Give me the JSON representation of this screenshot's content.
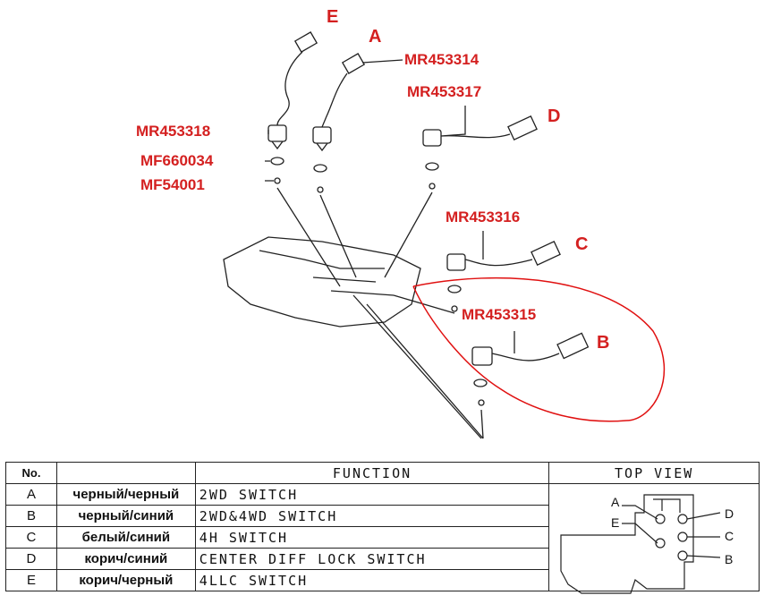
{
  "labels": {
    "E": "E",
    "A": "A",
    "D": "D",
    "C": "C",
    "B": "B",
    "mr453314": "MR453314",
    "mr453317": "MR453317",
    "mr453318": "MR453318",
    "mf660034": "MF660034",
    "mf54001": "MF54001",
    "mr453316": "MR453316",
    "mr453315": "MR453315"
  },
  "table": {
    "header": {
      "no": "No.",
      "function": "FUNCTION",
      "top_view": "TOP VIEW"
    },
    "rows": [
      {
        "no": "A",
        "color": "черный/черный",
        "function": "2WD SWITCH"
      },
      {
        "no": "B",
        "color": "черный/синий",
        "function": "2WD&4WD SWITCH"
      },
      {
        "no": "C",
        "color": "белый/синий",
        "function": "4H SWITCH"
      },
      {
        "no": "D",
        "color": "корич/синий",
        "function": "CENTER DIFF LOCK SWITCH"
      },
      {
        "no": "E",
        "color": "корич/черный",
        "function": "4LLC SWITCH"
      }
    ],
    "top_view_labels": {
      "A": "A",
      "E": "E",
      "D": "D",
      "C": "C",
      "B": "B"
    }
  },
  "colors": {
    "annotation": "#d42020",
    "line": "#222222"
  }
}
